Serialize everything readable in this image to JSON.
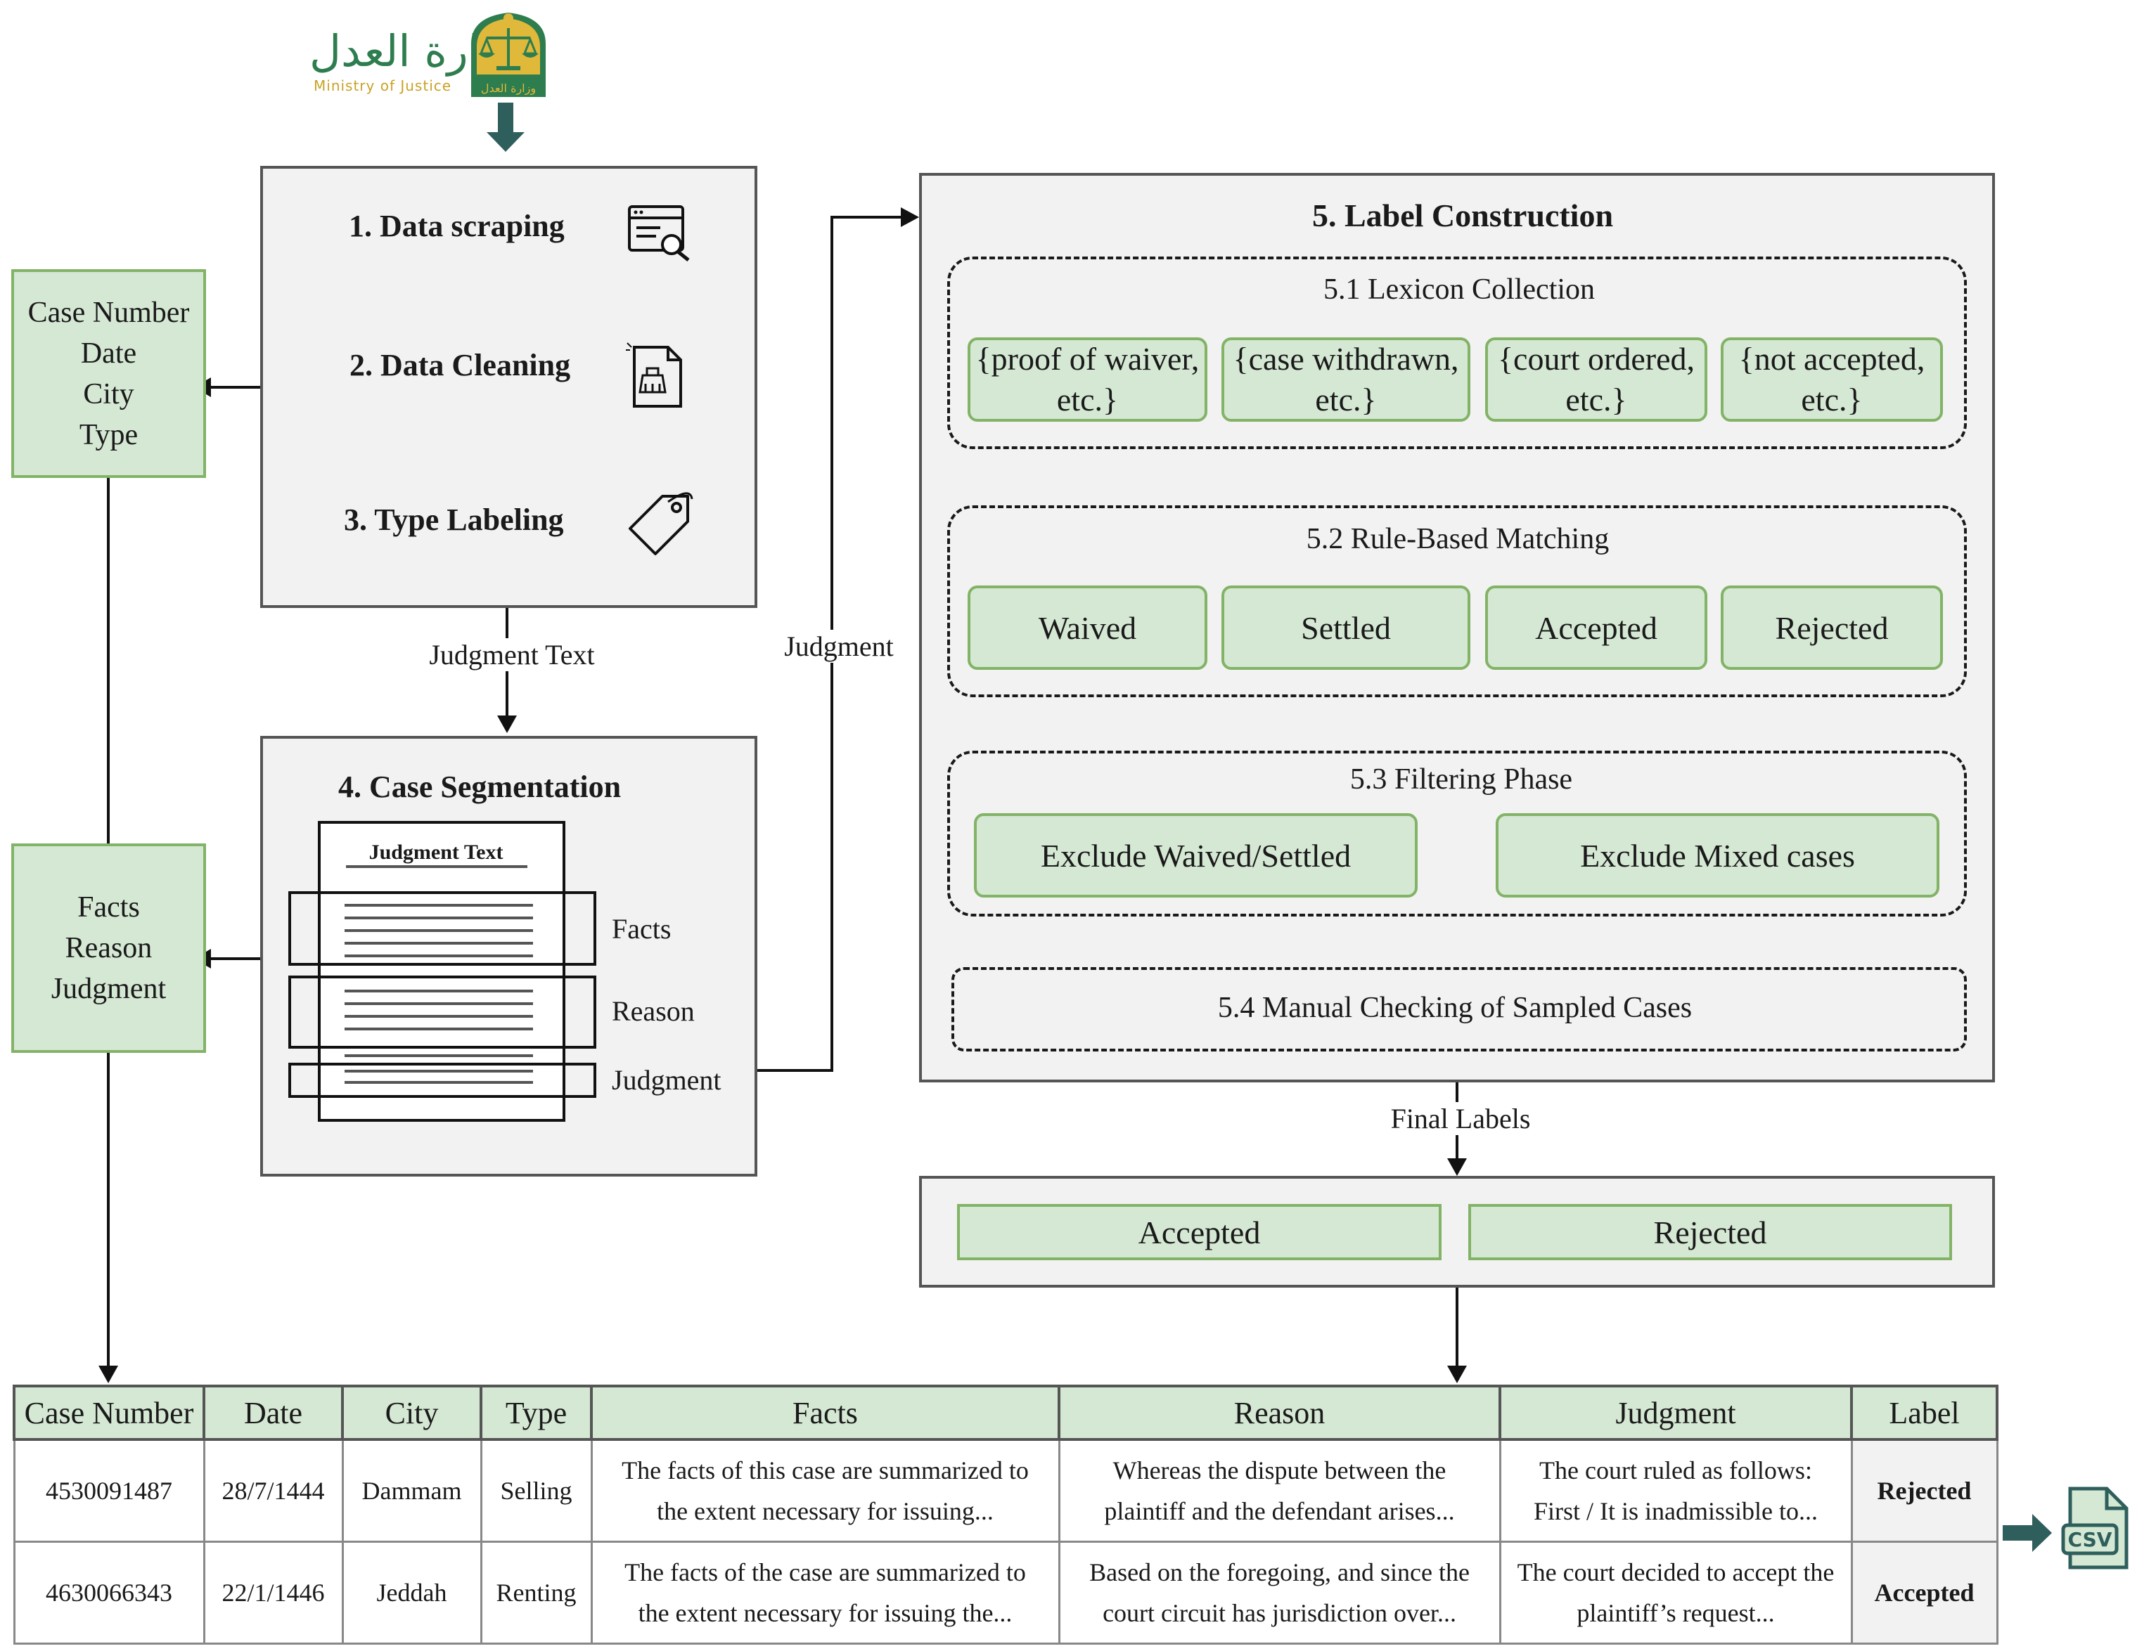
{
  "logo": {
    "arabic_text": "وزارة العدل",
    "english_text": "Ministry of Justice",
    "emblem_caption": "وزارة العدل"
  },
  "steps": {
    "scraping": "1. Data scraping",
    "cleaning": "2. Data Cleaning",
    "type_labeling": "3. Type Labeling",
    "segmentation": "4. Case Segmentation"
  },
  "meta_box": [
    "Case Number",
    "Date",
    "City",
    "Type"
  ],
  "content_box": [
    "Facts",
    "Reason",
    "Judgment"
  ],
  "segmentation_doc": {
    "header": "Judgment Text",
    "facts": "Facts",
    "reason": "Reason",
    "judgment": "Judgment"
  },
  "arrows": {
    "judgment_text": "Judgment Text",
    "judgment": "Judgment",
    "final_labels": "Final Labels"
  },
  "label_construction": {
    "title": "5. Label Construction",
    "lexicon": {
      "title": "5.1 Lexicon Collection",
      "items": [
        {
          "line1": "{proof of waiver,",
          "line2": "etc.}"
        },
        {
          "line1": "{case withdrawn,",
          "line2": "etc.}"
        },
        {
          "line1": "{court ordered,",
          "line2": "etc.}"
        },
        {
          "line1": "{not accepted,",
          "line2": "etc.}"
        }
      ]
    },
    "matching": {
      "title": "5.2 Rule-Based Matching",
      "labels": [
        "Waived",
        "Settled",
        "Accepted",
        "Rejected"
      ]
    },
    "filtering": {
      "title": "5.3 Filtering Phase",
      "rules": [
        "Exclude Waived/Settled",
        "Exclude Mixed cases"
      ]
    },
    "manual": {
      "title": "5.4 Manual Checking of Sampled Cases"
    }
  },
  "final_labels": [
    "Accepted",
    "Rejected"
  ],
  "table": {
    "headers": [
      "Case Number",
      "Date",
      "City",
      "Type",
      "Facts",
      "Reason",
      "Judgment",
      "Label"
    ],
    "rows": [
      {
        "case_number": "4530091487",
        "date": "28/7/1444",
        "city": "Dammam",
        "type": "Selling",
        "facts_1": "The facts of this case are summarized to",
        "facts_2": "the extent necessary for issuing...",
        "reason_1": "Whereas the dispute between the",
        "reason_2": "plaintiff and the defendant arises...",
        "judgment_1": "The court ruled as follows:",
        "judgment_2": "First / It is inadmissible to...",
        "label": "Rejected"
      },
      {
        "case_number": "4630066343",
        "date": "22/1/1446",
        "city": "Jeddah",
        "type": "Renting",
        "facts_1": "The facts of the case are summarized to",
        "facts_2": "the extent necessary for issuing the...",
        "reason_1": "Based on the foregoing, and since the",
        "reason_2": "court circuit has jurisdiction over...",
        "judgment_1": "The court decided to accept the",
        "judgment_2": "plaintiff’s request...",
        "label": "Accepted"
      }
    ]
  },
  "export": {
    "icon_text": "CSV"
  },
  "colors": {
    "green_fill": "#d5e8d4",
    "green_border": "#82b366",
    "panel_fill": "#f2f2f2",
    "panel_border": "#555555",
    "teal_arrow": "#2f5f5c",
    "logo_gold": "#c9a227",
    "logo_green": "#2e7d4f"
  }
}
